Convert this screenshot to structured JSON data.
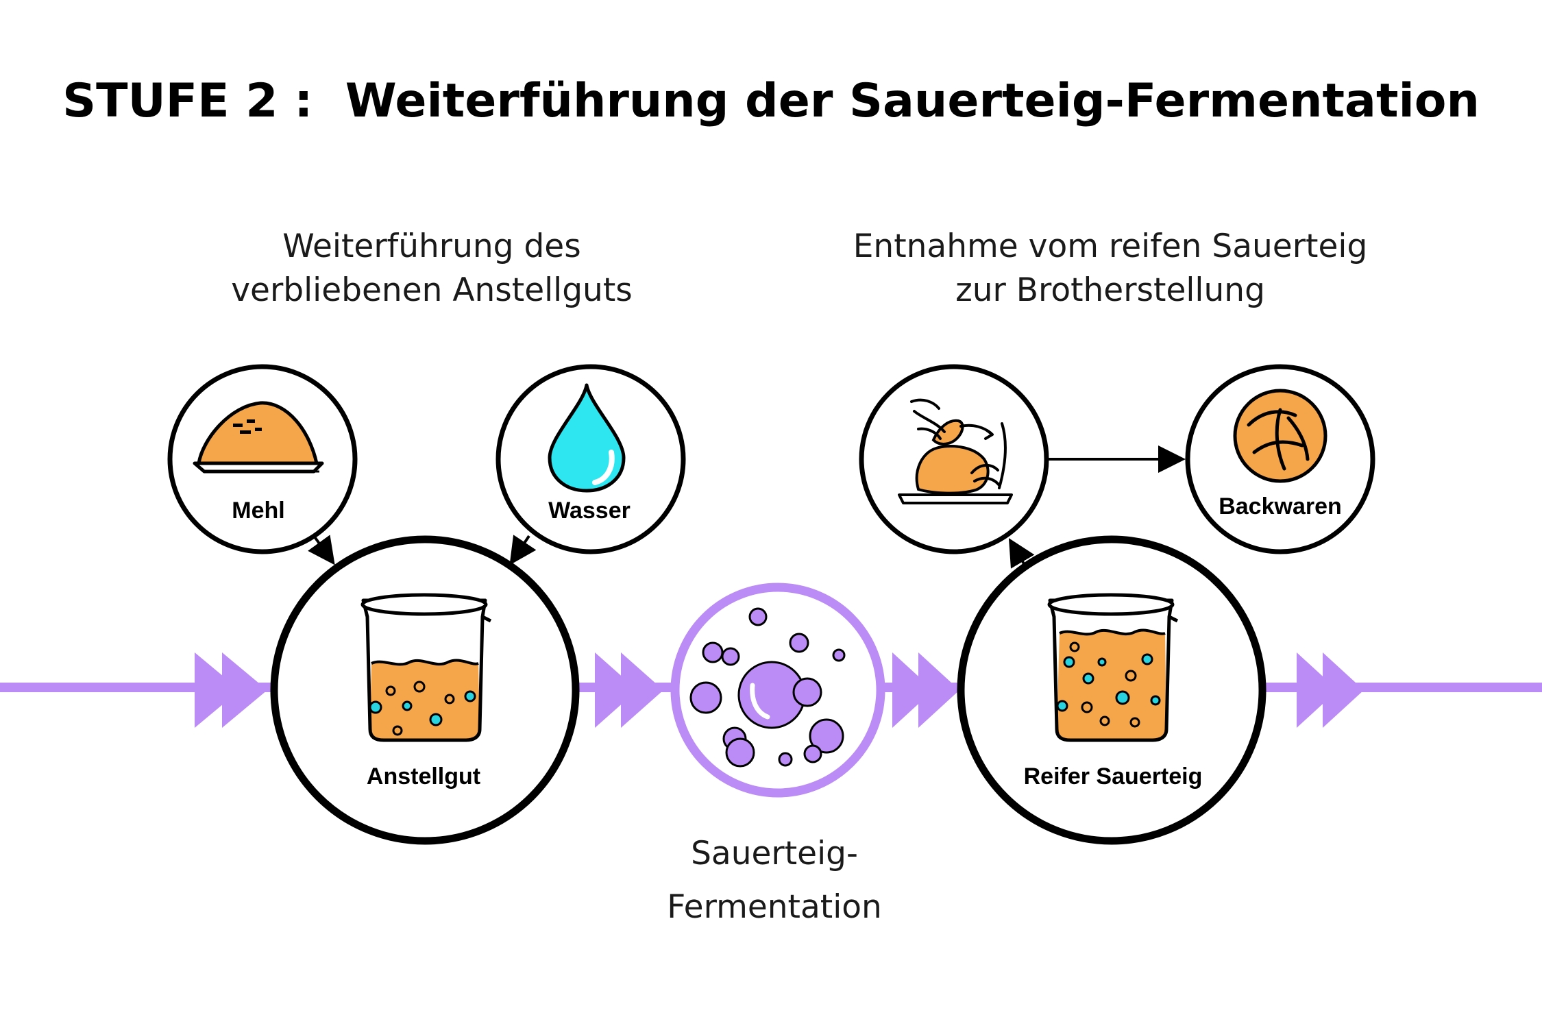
{
  "title": "STUFE 2 :  Weiterführung der Sauerteig-Fermentation",
  "left_heading": [
    "Weiterführung des",
    "verbliebenen Anstellguts"
  ],
  "right_heading": [
    "Entnahme vom reifen Sauerteig",
    "zur Brotherstellung"
  ],
  "fermentation_label": [
    "Sauerteig-",
    "Fermentation"
  ],
  "nodes": {
    "flour": "Mehl",
    "water": "Wasser",
    "starter": "Anstellgut",
    "ripe": "Reifer Sauerteig",
    "baked": "Backwaren"
  },
  "icons": {
    "flour": "flour-pile-icon",
    "water": "water-drop-icon",
    "starter": "beaker-starter-icon",
    "bubbles": "fermentation-bubbles-icon",
    "ripe": "beaker-ripe-icon",
    "hands": "hands-taking-dough-icon",
    "bread": "bread-roll-icon"
  },
  "colors": {
    "purple": "#bb8cf5",
    "orange": "#f5a54a",
    "cyan": "#29d3e0",
    "water": "#2ee6f0",
    "black": "#000000"
  }
}
